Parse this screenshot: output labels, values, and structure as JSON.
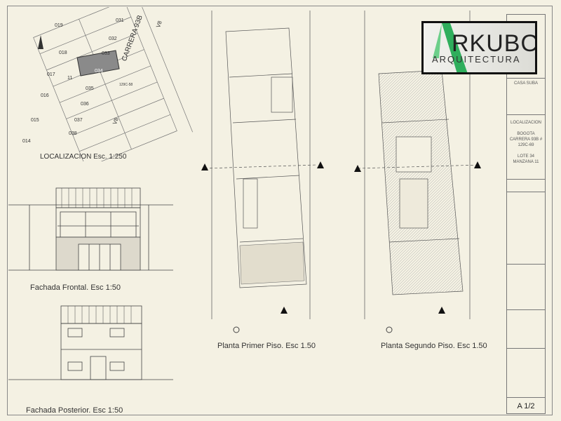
{
  "location": {
    "caption": "LOCALIZACION Esc. 1:250",
    "street1": "CARRERA 93B",
    "street2": "V8",
    "street3": "V8",
    "street_small": "129C-58",
    "block": "11",
    "lots": [
      "019",
      "031",
      "032",
      "033",
      "034",
      "018",
      "017",
      "035",
      "036",
      "016",
      "015",
      "037",
      "038",
      "014"
    ]
  },
  "facades": {
    "front_caption": "Fachada Frontal. Esc 1:50",
    "rear_caption": "Fachada Posterior. Esc 1:50"
  },
  "plans": {
    "first_caption": "Planta Primer Piso. Esc 1.50",
    "second_caption": "Planta Segundo Piso. Esc 1.50"
  },
  "logo": {
    "name": "RKUBO",
    "sub": "ARQUITECTURA"
  },
  "title_block": {
    "project": "CASA SUBA",
    "section": "LOCALIZACION",
    "city": "BOGOTA",
    "address": "CARRERA 93B # 129C-69",
    "lot": "LOTE 34",
    "block": "MANZANA 11",
    "sheet": "A 1/2"
  },
  "colors": {
    "paper": "#f4f1e3",
    "line": "#555555",
    "logo_green": "#2fae5c"
  }
}
